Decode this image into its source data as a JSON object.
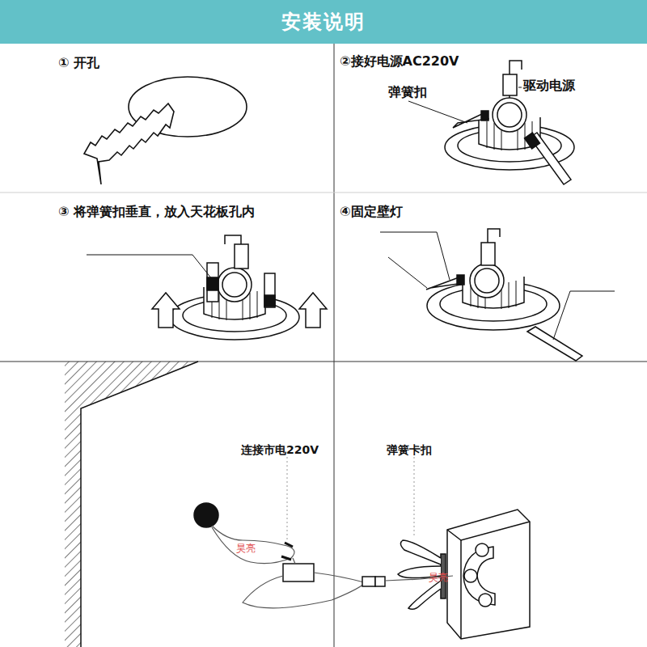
{
  "diagram": {
    "title": "安装说明",
    "labels": [
      "① 开孔",
      "②接好电源AC220V",
      "弹簧扣",
      "驱动电源",
      "③ 将弹簧扣垂直，放入天花板孔内",
      "④固定壁灯",
      "连接市电220V",
      "弹簧卡扣",
      "昊亮",
      "昊亮"
    ]
  }
}
